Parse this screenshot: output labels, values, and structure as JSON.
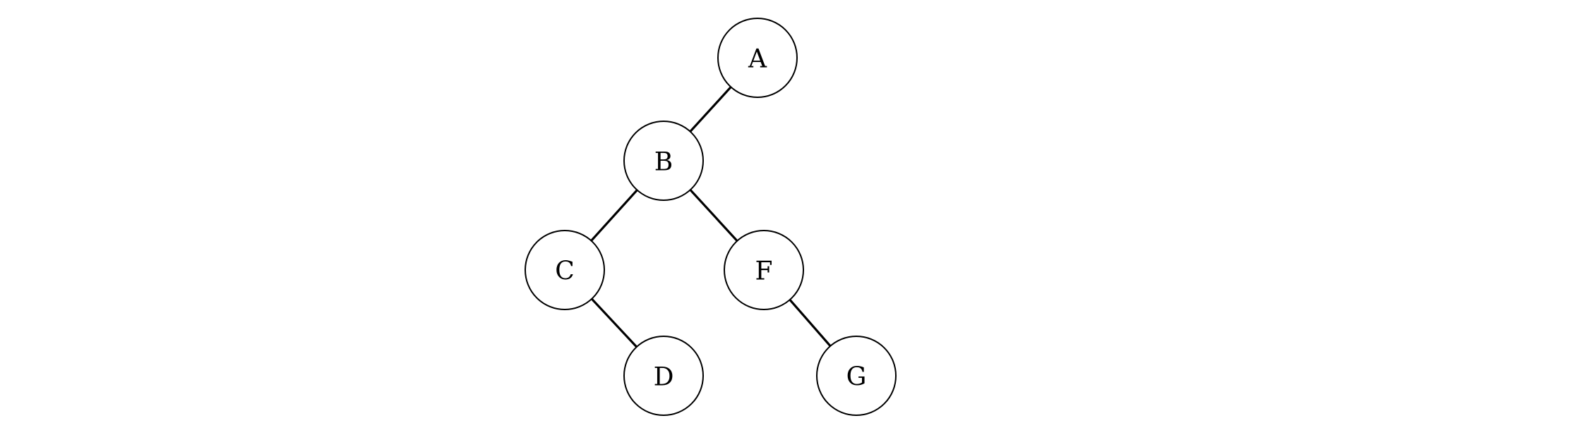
{
  "tree": {
    "nodes": [
      {
        "id": "A",
        "label": "A"
      },
      {
        "id": "B",
        "label": "B"
      },
      {
        "id": "C",
        "label": "C"
      },
      {
        "id": "D",
        "label": "D"
      },
      {
        "id": "F",
        "label": "F"
      },
      {
        "id": "G",
        "label": "G"
      }
    ],
    "edges": [
      {
        "from": "A",
        "to": "B"
      },
      {
        "from": "B",
        "to": "C"
      },
      {
        "from": "B",
        "to": "F"
      },
      {
        "from": "C",
        "to": "D"
      },
      {
        "from": "F",
        "to": "G"
      }
    ]
  }
}
